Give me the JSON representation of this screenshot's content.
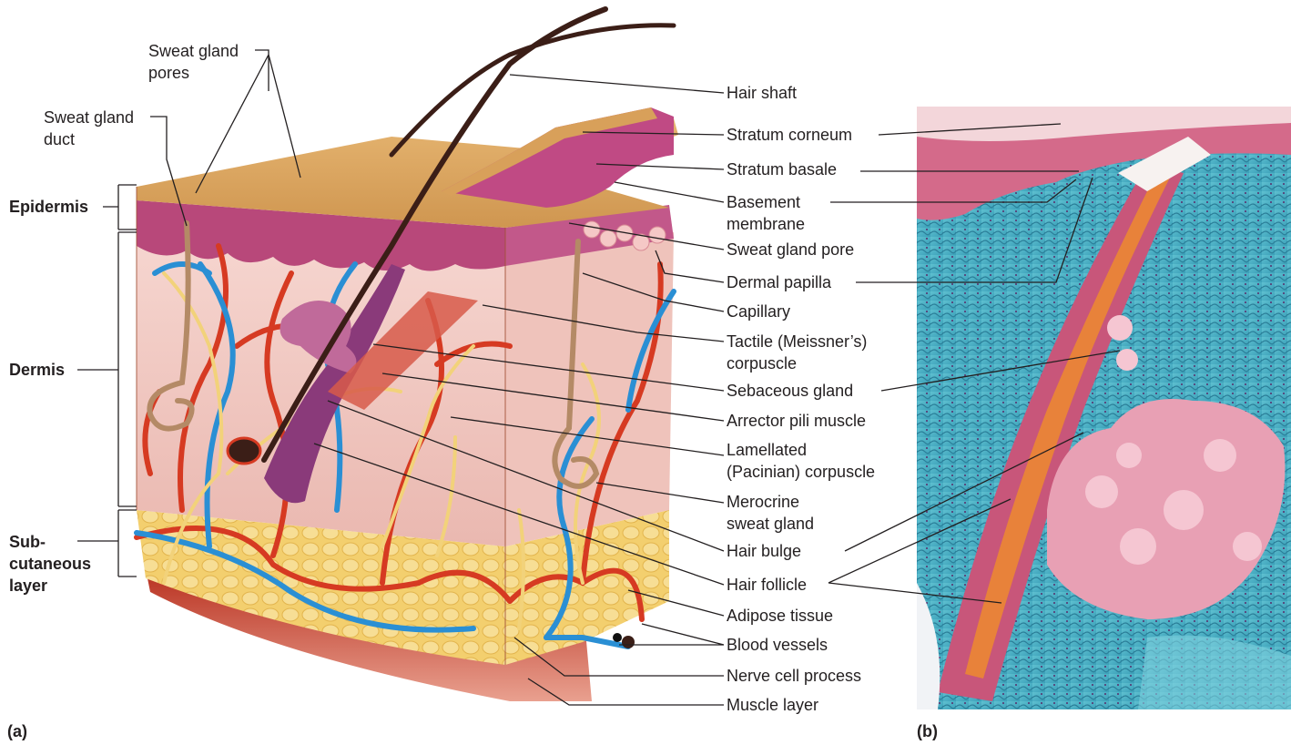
{
  "panel_a": {
    "letter": "(a)",
    "layers": {
      "epidermis": "Epidermis",
      "dermis": "Dermis",
      "subcutaneous": [
        "Sub-",
        "cutaneous",
        "layer"
      ]
    },
    "left_labels": {
      "sweat_gland_pores": [
        "Sweat gland",
        "pores"
      ],
      "sweat_gland_duct": [
        "Sweat gland",
        "duct"
      ]
    },
    "right_labels": {
      "hair_shaft": "Hair shaft",
      "stratum_corneum": "Stratum corneum",
      "stratum_basale": "Stratum basale",
      "basement_membrane": [
        "Basement",
        "membrane"
      ],
      "sweat_gland_pore": "Sweat gland pore",
      "dermal_papilla": "Dermal papilla",
      "capillary": "Capillary",
      "tactile_corpuscle": [
        "Tactile (Meissner’s)",
        "corpuscle"
      ],
      "sebaceous_gland": "Sebaceous gland",
      "arrector_pili": "Arrector pili muscle",
      "lamellated_corpuscle": [
        "Lamellated",
        "(Pacinian) corpuscle"
      ],
      "merocrine_gland": [
        "Merocrine",
        "sweat gland"
      ],
      "hair_bulge": "Hair bulge",
      "hair_follicle": "Hair follicle",
      "adipose_tissue": "Adipose tissue",
      "blood_vessels": "Blood vessels",
      "nerve_cell_process": "Nerve cell process",
      "muscle_layer": "Muscle layer"
    }
  },
  "panel_b": {
    "letter": "(b)"
  },
  "colors": {
    "epidermis_top": "#d9a25a",
    "epidermis_pink": "#b8487a",
    "dermis": "#f2c9c4",
    "fat": "#f4d37a",
    "muscle": "#c0392b",
    "artery": "#d63a22",
    "vein": "#2a8fd4",
    "nerve": "#f2d27a",
    "hair": "#3b1e17",
    "stain_blue": "#3fb0c4",
    "stain_pink": "#d46a8a"
  }
}
